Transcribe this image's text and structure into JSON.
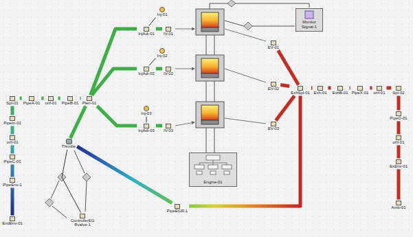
{
  "diagram": {
    "nodes": [
      {
        "text": [
          "Spl-01"
        ]
      },
      {
        "text": [
          "PipeA-01"
        ]
      },
      {
        "text": [
          "orif-01"
        ]
      },
      {
        "text": [
          "PipeB-01"
        ]
      },
      {
        "text": [
          "Plen-01"
        ]
      },
      {
        "text": [
          "Inj-01"
        ]
      },
      {
        "text": [
          "InjAdi-01"
        ]
      },
      {
        "text": [
          "IV-01"
        ]
      },
      {
        "text": [
          "Inj-02"
        ]
      },
      {
        "text": [
          "InjAdi-02"
        ]
      },
      {
        "text": [
          "IV-02"
        ]
      },
      {
        "text": [
          "Inj-03"
        ]
      },
      {
        "text": [
          "InjAdi-03"
        ]
      },
      {
        "text": [
          "IV-03"
        ]
      },
      {
        "text": [
          "Monitor Signal-1"
        ]
      },
      {
        "text": [
          "EV-01"
        ]
      },
      {
        "text": [
          "EV-02"
        ]
      },
      {
        "text": [
          "EV-03"
        ]
      },
      {
        "text": [
          "Engine-01"
        ]
      },
      {
        "text": [
          "ExhSpl-01"
        ]
      },
      {
        "text": [
          "Exh-01"
        ]
      },
      {
        "text": [
          "ExhB-01"
        ]
      },
      {
        "text": [
          "PipeX-01"
        ]
      },
      {
        "text": [
          "orif-01"
        ]
      },
      {
        "text": [
          "Spl-02"
        ]
      },
      {
        "text": [
          "PipeO-01"
        ]
      },
      {
        "text": [
          "orif-01"
        ]
      },
      {
        "text": [
          "ExEnv-01"
        ]
      },
      {
        "text": [
          "Amb-01"
        ]
      },
      {
        "text": [
          "PipeIn-01"
        ]
      },
      {
        "text": [
          "orif-01"
        ]
      },
      {
        "text": [
          "PipeC-01"
        ]
      },
      {
        "text": [
          "PipeEnv-1"
        ]
      },
      {
        "text": [
          "EndEnv-01"
        ]
      },
      {
        "text": [
          "Throttle"
        ]
      },
      {
        "text": [
          "PipeEGR-1"
        ]
      },
      {
        "text": [
          "ControllerEG Rvalve-1"
        ]
      }
    ],
    "edges": [
      {
        "from": 33,
        "to": 32,
        "arrow": "none"
      },
      {
        "from": 32,
        "to": 31,
        "arrow": "none"
      },
      {
        "from": 31,
        "to": 30,
        "arrow": "none"
      },
      {
        "from": 30,
        "to": 29,
        "arrow": "none"
      },
      {
        "from": 29,
        "to": 0,
        "arrow": "none"
      },
      {
        "from": 0,
        "to": 1,
        "arrow": "none"
      },
      {
        "from": 1,
        "to": 2,
        "arrow": "none"
      },
      {
        "from": 2,
        "to": 3,
        "arrow": "none"
      },
      {
        "from": 3,
        "to": 4,
        "arrow": "none"
      },
      {
        "from": 4,
        "to": 6,
        "arrow": "none"
      },
      {
        "from": 4,
        "to": 9,
        "arrow": "none"
      },
      {
        "from": 4,
        "to": 12,
        "arrow": "none"
      },
      {
        "from": 6,
        "to": 7,
        "arrow": "none"
      },
      {
        "from": 9,
        "to": 10,
        "arrow": "none"
      },
      {
        "from": 12,
        "to": 13,
        "arrow": "none"
      },
      {
        "from": 5,
        "to": 6,
        "arrow": "none"
      },
      {
        "from": 8,
        "to": 9,
        "arrow": "none"
      },
      {
        "from": 11,
        "to": 12,
        "arrow": "none"
      },
      {
        "from": 34,
        "to": 4,
        "arrow": "none"
      },
      {
        "from": 15,
        "to": 19,
        "arrow": "none"
      },
      {
        "from": 16,
        "to": 19,
        "arrow": "none"
      },
      {
        "from": 17,
        "to": 19,
        "arrow": "none"
      },
      {
        "from": 19,
        "to": 20,
        "arrow": "none"
      },
      {
        "from": 20,
        "to": 21,
        "arrow": "none"
      },
      {
        "from": 21,
        "to": 22,
        "arrow": "none"
      },
      {
        "from": 22,
        "to": 23,
        "arrow": "none"
      },
      {
        "from": 23,
        "to": 24,
        "arrow": "none"
      },
      {
        "from": 24,
        "to": 25,
        "arrow": "none"
      },
      {
        "from": 25,
        "to": 26,
        "arrow": "none"
      },
      {
        "from": 26,
        "to": 27,
        "arrow": "none"
      },
      {
        "from": 27,
        "to": 28,
        "arrow": "none"
      },
      {
        "from": 19,
        "to": 35,
        "arrow": "none"
      },
      {
        "from": 35,
        "to": 34,
        "arrow": "none"
      },
      {
        "from": 34,
        "to": 36,
        "arrow": "none"
      }
    ]
  }
}
